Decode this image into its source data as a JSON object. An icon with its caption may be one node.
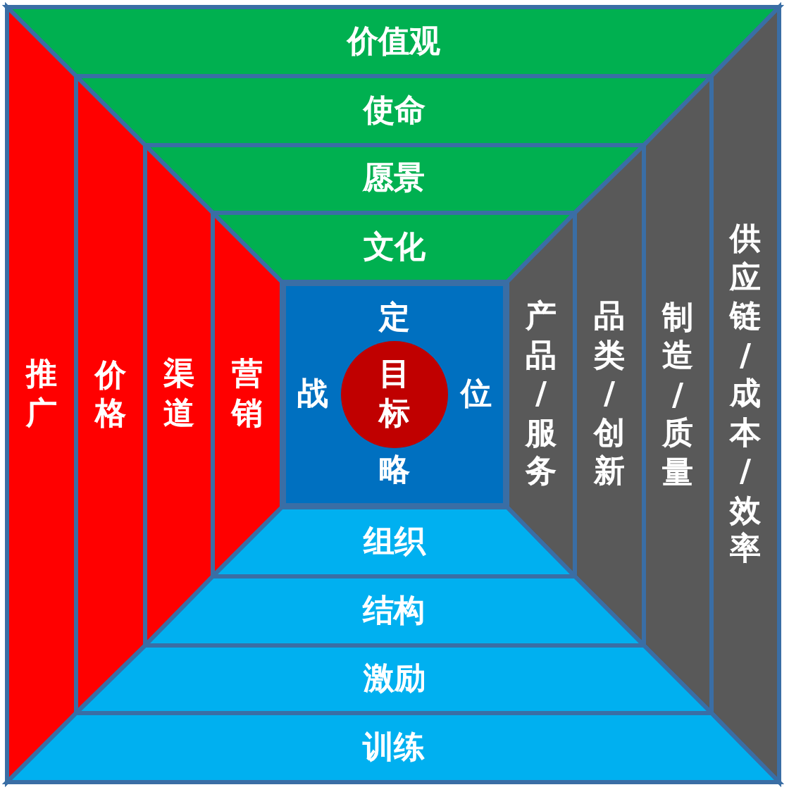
{
  "diagram": {
    "nodes": [
      {
        "text": [
          "价值观"
        ]
      },
      {
        "text": [
          "使命"
        ]
      },
      {
        "text": [
          "愿景"
        ]
      },
      {
        "text": [
          "文化"
        ]
      },
      {
        "text": [
          "推广"
        ]
      },
      {
        "text": [
          "价格"
        ]
      },
      {
        "text": [
          "渠道"
        ]
      },
      {
        "text": [
          "营销"
        ]
      },
      {
        "text": [
          "定",
          "战",
          "位",
          "略"
        ]
      },
      {
        "text": [
          "目标"
        ],
        "in": 8
      },
      {
        "text": [
          "产品/服务"
        ]
      },
      {
        "text": [
          "品类/创新"
        ]
      },
      {
        "text": [
          "制造/质量"
        ]
      },
      {
        "text": [
          "供应链/成本/效率"
        ]
      },
      {
        "text": [
          "组织"
        ]
      },
      {
        "text": [
          "结构"
        ]
      },
      {
        "text": [
          "激励"
        ]
      },
      {
        "text": [
          "训练"
        ]
      }
    ]
  }
}
